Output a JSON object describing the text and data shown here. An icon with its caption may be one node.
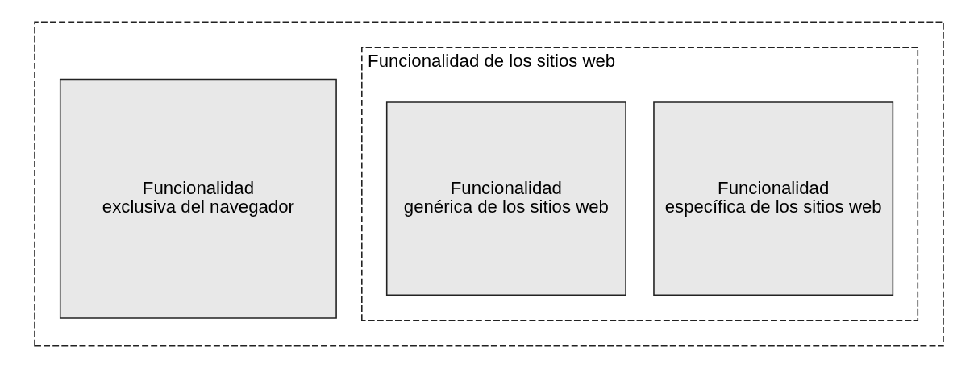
{
  "diagram": {
    "nodes": [
      {
        "text": [],
        "shape": "box"
      },
      {
        "text": [
          "Funcionalidad exclusiva del navegador"
        ],
        "in": 0
      },
      {
        "text": [
          "Funcionalidad de los sitios web"
        ],
        "in": 0
      },
      {
        "text": [
          "Funcionalidad genérica de los sitios web"
        ],
        "in": 2
      },
      {
        "text": [
          "Funcionalidad específica de los sitios web"
        ],
        "in": 2
      }
    ]
  }
}
